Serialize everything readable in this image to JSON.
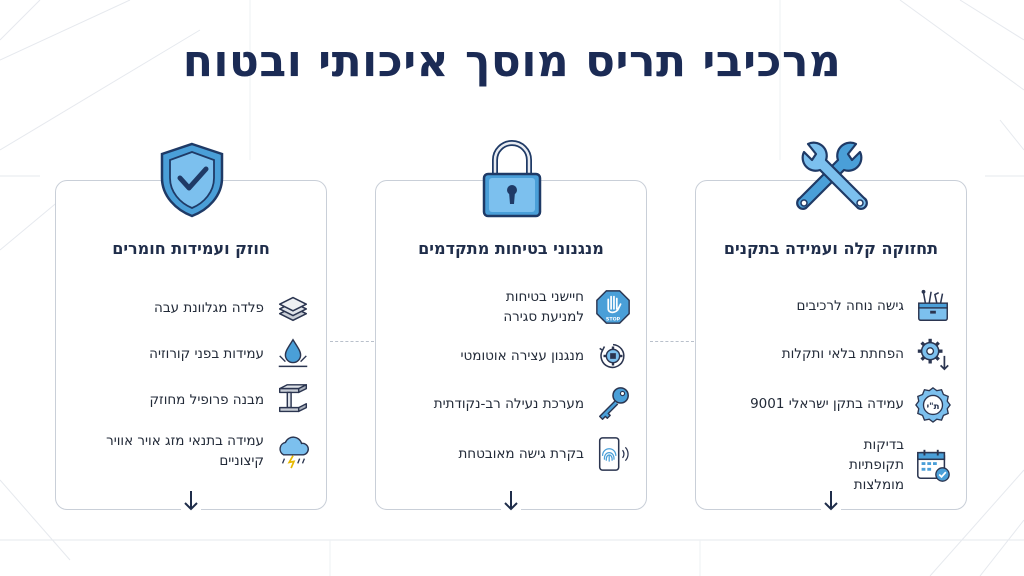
{
  "title": "מרכיבי תריס מוסך איכותי ובטוח",
  "colors": {
    "navy": "#1b2b55",
    "accent": "#4a9fd8",
    "accent_light": "#7cc0ee",
    "border": "#c9cfd8"
  },
  "cards": [
    {
      "heading": "תחזוקה קלה ועמידה בתקנים",
      "top_icon": "wrench-screwdriver-icon",
      "items": [
        {
          "label": "גישה נוחה לרכיבים",
          "icon": "toolbox-icon"
        },
        {
          "label": "הפחתת בלאי ותקלות",
          "icon": "gear-down-arrow-icon"
        },
        {
          "label": "עמידה בתקן ישראלי 9001",
          "icon": "standard-seal-icon"
        },
        {
          "label": "בדיקות תקופתיות מומלצות",
          "icon": "calendar-check-icon"
        }
      ]
    },
    {
      "heading": "מנגנוני בטיחות מתקדמים",
      "top_icon": "padlock-icon",
      "items": [
        {
          "label": "חיישני בטיחות למניעת סגירה",
          "icon": "stop-hand-icon"
        },
        {
          "label": "מנגנון עצירה אוטומטי",
          "icon": "auto-stop-gear-icon"
        },
        {
          "label": "מערכת נעילה רב-נקודתית",
          "icon": "key-icon"
        },
        {
          "label": "בקרת גישה מאובטחת",
          "icon": "fingerprint-phone-icon"
        }
      ]
    },
    {
      "heading": "חוזק ועמידות חומרים",
      "top_icon": "shield-check-icon",
      "items": [
        {
          "label": "פלדה מגלוונת עבה",
          "icon": "steel-layers-icon"
        },
        {
          "label": "עמידות בפני קורוזיה",
          "icon": "water-drop-icon"
        },
        {
          "label": "מבנה פרופיל מחוזק",
          "icon": "i-beam-icon"
        },
        {
          "label": "עמידה בתנאי מזג אויר אוויר קיצוניים",
          "icon": "storm-cloud-icon"
        }
      ]
    }
  ],
  "stamp_text": "ת\"י",
  "stop_text": "STOP"
}
